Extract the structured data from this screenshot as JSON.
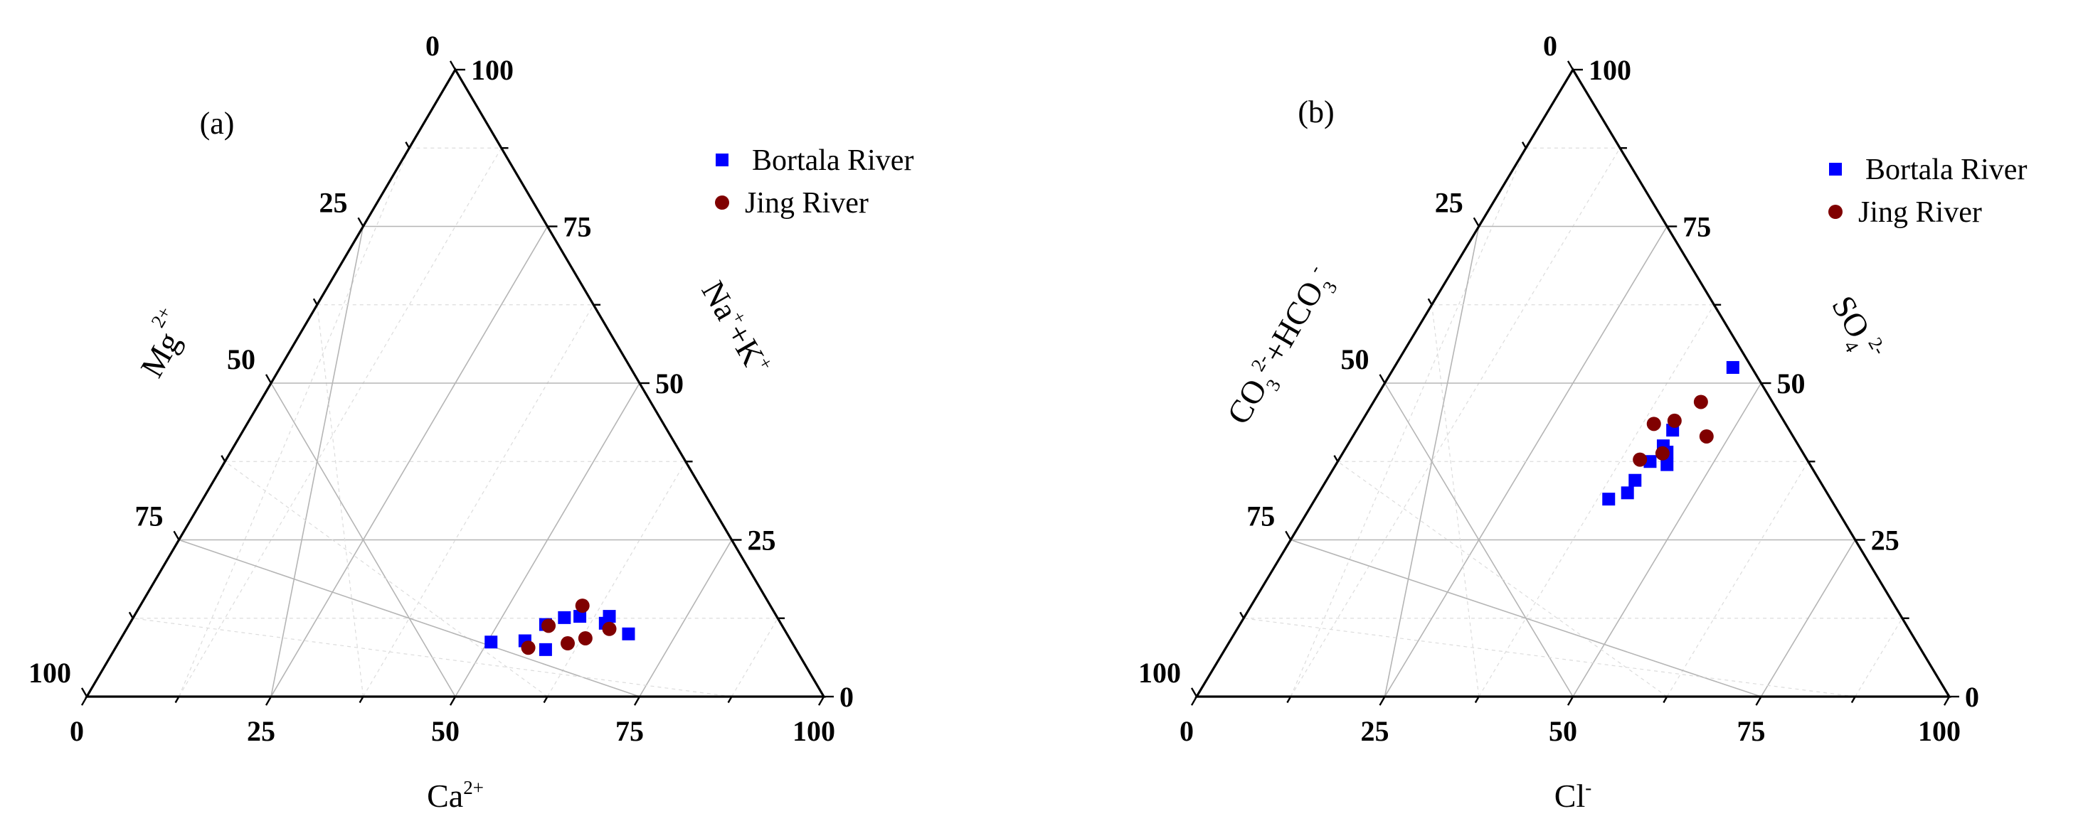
{
  "chart_data": [
    {
      "type": "scatter",
      "subtype": "ternary",
      "panel_label": "(a)",
      "axes": {
        "bottom": {
          "label": "Ca",
          "superscript": "2+",
          "ticks": [
            "0",
            "25",
            "50",
            "75",
            "100"
          ]
        },
        "left": {
          "label": "Mg",
          "superscript": "2+",
          "ticks": [
            "0",
            "25",
            "50",
            "75",
            "100"
          ]
        },
        "right": {
          "label": "Na",
          "superscript": "+",
          "label2": "+K",
          "superscript2": "+",
          "ticks": [
            "0",
            "25",
            "50",
            "75",
            "100"
          ]
        }
      },
      "range": [
        0,
        100
      ],
      "grid": "on",
      "legend_position": "top-right",
      "series": [
        {
          "name": "Bortala River",
          "marker": "square",
          "color": "#0000ff",
          "points": [
            {
              "bottom": 50.5,
              "right": 8.7
            },
            {
              "bottom": 55.0,
              "right": 8.9
            },
            {
              "bottom": 56.5,
              "right": 11.5
            },
            {
              "bottom": 58.5,
              "right": 7.5
            },
            {
              "bottom": 58.5,
              "right": 12.6
            },
            {
              "bottom": 60.5,
              "right": 12.8
            },
            {
              "bottom": 64.5,
              "right": 12.8
            },
            {
              "bottom": 64.5,
              "right": 11.7
            },
            {
              "bottom": 68.5,
              "right": 10.0
            }
          ]
        },
        {
          "name": "Jing River",
          "marker": "circle",
          "color": "#800000",
          "points": [
            {
              "bottom": 56.0,
              "right": 7.8
            },
            {
              "bottom": 57.0,
              "right": 11.3
            },
            {
              "bottom": 60.0,
              "right": 14.5
            },
            {
              "bottom": 61.0,
              "right": 8.5
            },
            {
              "bottom": 63.0,
              "right": 9.3
            },
            {
              "bottom": 65.5,
              "right": 10.8
            }
          ]
        }
      ]
    },
    {
      "type": "scatter",
      "subtype": "ternary",
      "panel_label": "(b)",
      "axes": {
        "bottom": {
          "label": "Cl",
          "superscript": "-",
          "ticks": [
            "0",
            "25",
            "50",
            "75",
            "100"
          ]
        },
        "left": {
          "label": "CO",
          "subscript": "3",
          "superscript": "2-",
          "label2": "+HCO",
          "subscript2": "3",
          "superscript2": "-",
          "ticks": [
            "0",
            "25",
            "50",
            "75",
            "100"
          ]
        },
        "right": {
          "label": "SO",
          "subscript": "4",
          "superscript": "2-",
          "ticks": [
            "0",
            "25",
            "50",
            "75",
            "100"
          ]
        }
      },
      "range": [
        0,
        100
      ],
      "grid": "on",
      "legend_position": "top-right",
      "series": [
        {
          "name": "Bortala River",
          "marker": "square",
          "color": "#0000ff",
          "points": [
            {
              "bottom": 45.0,
              "right": 52.5
            },
            {
              "bottom": 42.0,
              "right": 42.5
            },
            {
              "bottom": 42.0,
              "right": 40.0
            },
            {
              "bottom": 43.0,
              "right": 39.0
            },
            {
              "bottom": 41.5,
              "right": 37.5
            },
            {
              "bottom": 44.0,
              "right": 37.0
            },
            {
              "bottom": 41.0,
              "right": 34.5
            },
            {
              "bottom": 41.0,
              "right": 32.5
            },
            {
              "bottom": 39.0,
              "right": 31.5
            }
          ]
        },
        {
          "name": "Jing River",
          "marker": "circle",
          "color": "#800000",
          "points": [
            {
              "bottom": 43.5,
              "right": 47.0
            },
            {
              "bottom": 41.5,
              "right": 44.0
            },
            {
              "bottom": 39.0,
              "right": 43.5
            },
            {
              "bottom": 47.0,
              "right": 41.5
            },
            {
              "bottom": 42.5,
              "right": 38.8
            },
            {
              "bottom": 40.0,
              "right": 37.8
            }
          ]
        }
      ]
    }
  ]
}
